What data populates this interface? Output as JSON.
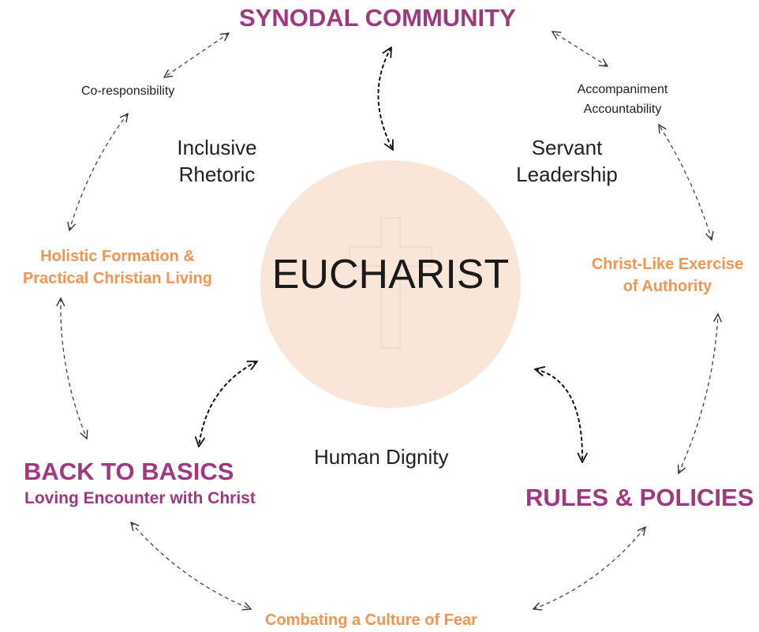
{
  "center": {
    "title": "EUCHARIST",
    "icon": "cross-icon"
  },
  "nodes": {
    "synodal": "SYNODAL COMMUNITY",
    "rules": "RULES & POLICIES",
    "basics_title": "BACK TO BASICS",
    "basics_sub": "Loving Encounter with Christ"
  },
  "links": {
    "co_responsibility": "Co-responsibility",
    "accompaniment": "Accompaniment",
    "accountability": "Accountability",
    "holistic_1": "Holistic Formation &",
    "holistic_2": "Practical Christian Living",
    "christlike_1": "Christ-Like Exercise",
    "christlike_2": "of Authority",
    "fear": "Combating a Culture of Fear"
  },
  "themes": {
    "inclusive_1": "Inclusive",
    "inclusive_2": "Rhetoric",
    "servant_1": "Servant",
    "servant_2": "Leadership",
    "dignity": "Human Dignity"
  },
  "colors": {
    "primary": "#a0387f",
    "secondary": "#f4944f",
    "host": "#fae6d8",
    "text": "#222222"
  }
}
